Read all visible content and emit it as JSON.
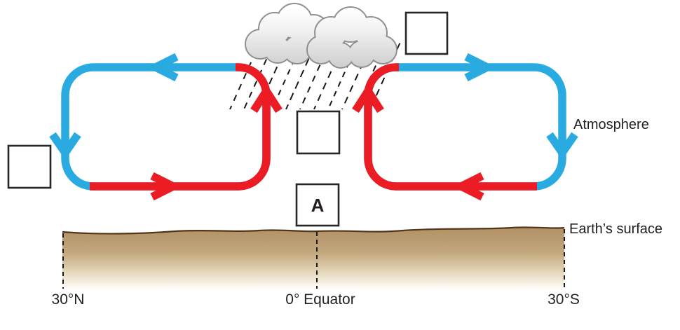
{
  "labels": {
    "atmosphere": "Atmosphere",
    "earth_surface": "Earth’s surface",
    "lat_north": "30°N",
    "equator": "0° Equator",
    "lat_south": "30°S"
  },
  "answer_boxes": {
    "box_a_label": "A",
    "box_north_surface_label": "",
    "box_upper_equator_label": "",
    "box_lower_equator_label": ""
  },
  "flows": {
    "warm_rising_air": "red arrows: rise at equator, flow along surface toward equator",
    "cool_sinking_air": "blue arrows: flow poleward aloft, sink at 30° latitude"
  },
  "icons": {
    "clouds": "rain-cloud-icon",
    "rain": "rain-streaks-icon"
  },
  "colors": {
    "warm_current": "#EC1C24",
    "cool_current": "#29ABE2",
    "earth_top": "#B29166",
    "earth_line": "#53351A",
    "cloud_outline": "#8E8E8E",
    "cloud_shade": "#CFCFCF",
    "rain": "#1A1A1A",
    "text": "#231F20",
    "box_border": "#262626"
  }
}
